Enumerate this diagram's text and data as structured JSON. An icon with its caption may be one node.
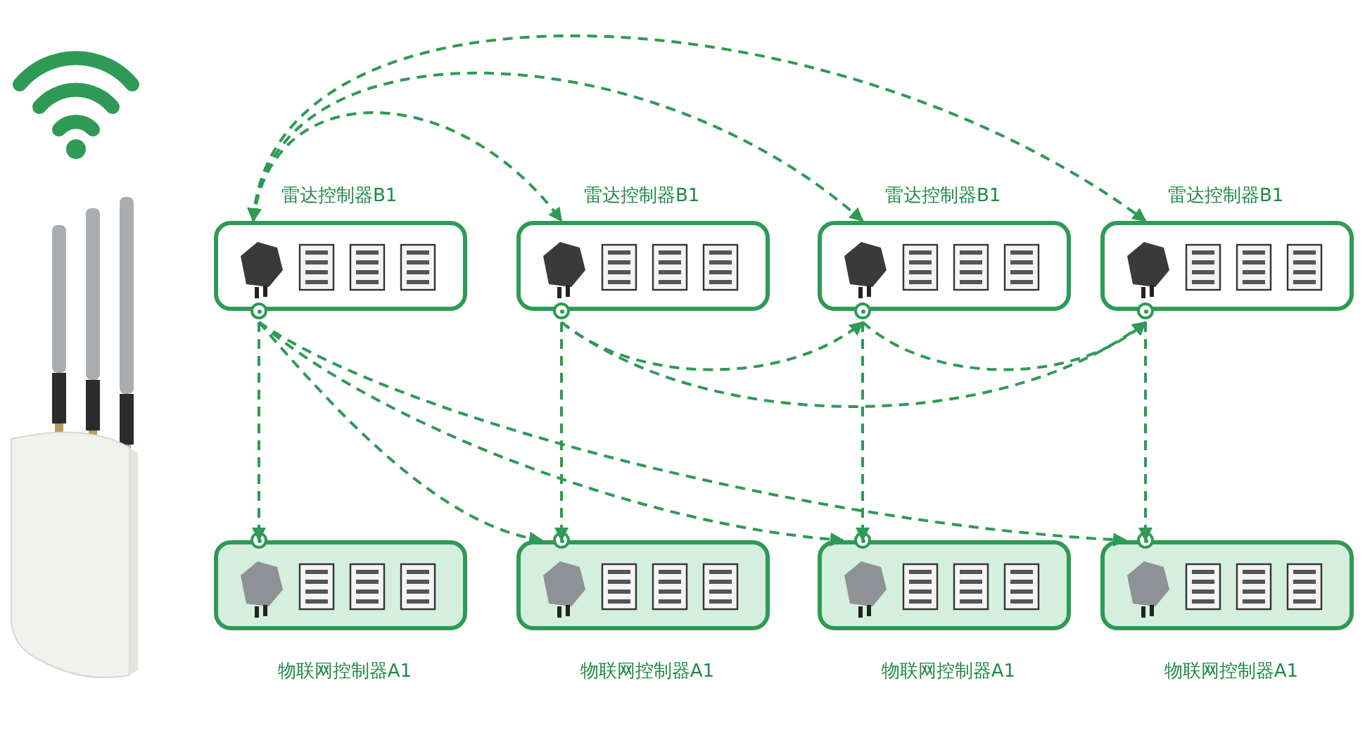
{
  "diagram": {
    "nodes": [
      {
        "text": [
          "雷达控制器B1"
        ]
      },
      {
        "text": [
          "雷达控制器B1"
        ]
      },
      {
        "text": [
          "雷达控制器B1"
        ]
      },
      {
        "text": [
          "雷达控制器B1"
        ]
      },
      {
        "text": [
          "物联网控制器A1"
        ]
      },
      {
        "text": [
          "物联网控制器A1"
        ]
      },
      {
        "text": [
          "物联网控制器A1"
        ]
      },
      {
        "text": [
          "物联网控制器A1"
        ]
      }
    ],
    "edges": [
      {
        "from": 0,
        "to": 1,
        "arrow": "both",
        "style": "dashed"
      },
      {
        "from": 0,
        "to": 2,
        "arrow": "both",
        "style": "dashed"
      },
      {
        "from": 0,
        "to": 3,
        "arrow": "both",
        "style": "dashed"
      },
      {
        "from": 0,
        "to": 4,
        "arrow": "to",
        "style": "dashed"
      },
      {
        "from": 0,
        "to": 5,
        "arrow": "to",
        "style": "dashed"
      },
      {
        "from": 0,
        "to": 6,
        "arrow": "to",
        "style": "dashed"
      },
      {
        "from": 0,
        "to": 7,
        "arrow": "to",
        "style": "dashed"
      },
      {
        "from": 1,
        "to": 5,
        "arrow": "to",
        "style": "dashed"
      },
      {
        "from": 1,
        "to": 2,
        "arrow": "to",
        "style": "dashed"
      },
      {
        "from": 1,
        "to": 3,
        "arrow": "to",
        "style": "dashed"
      },
      {
        "from": 2,
        "to": 6,
        "arrow": "to",
        "style": "dashed"
      },
      {
        "from": 2,
        "to": 3,
        "arrow": "to",
        "style": "dashed"
      },
      {
        "from": 3,
        "to": 7,
        "arrow": "to",
        "style": "dashed"
      }
    ]
  }
}
